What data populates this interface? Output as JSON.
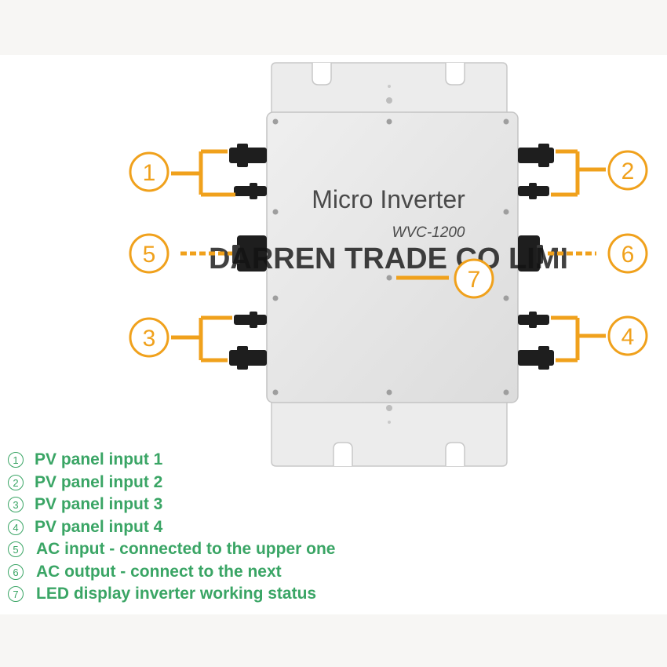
{
  "device": {
    "title": "Micro Inverter",
    "model": "WVC-1200",
    "watermark": "DARREN TRADE CO LIMI"
  },
  "callouts": [
    {
      "num": "1",
      "side": "left"
    },
    {
      "num": "2",
      "side": "right"
    },
    {
      "num": "3",
      "side": "left"
    },
    {
      "num": "4",
      "side": "right"
    },
    {
      "num": "5",
      "side": "left"
    },
    {
      "num": "6",
      "side": "right"
    },
    {
      "num": "7",
      "side": "center"
    }
  ],
  "legend": [
    {
      "num": "1",
      "text": "PV panel input 1"
    },
    {
      "num": "2",
      "text": "PV panel input 2"
    },
    {
      "num": "3",
      "text": "PV panel input 3"
    },
    {
      "num": "4",
      "text": "PV panel input 4"
    },
    {
      "num": "5",
      "text": "AC input - connected to the upper one"
    },
    {
      "num": "6",
      "text": "AC output - connect to the next"
    },
    {
      "num": "7",
      "text": "LED display inverter working status"
    }
  ],
  "colors": {
    "callout": "#f0a11c",
    "legend": "#3aa565",
    "body": "#e3e3e3",
    "plate": "#e9e9e9"
  }
}
